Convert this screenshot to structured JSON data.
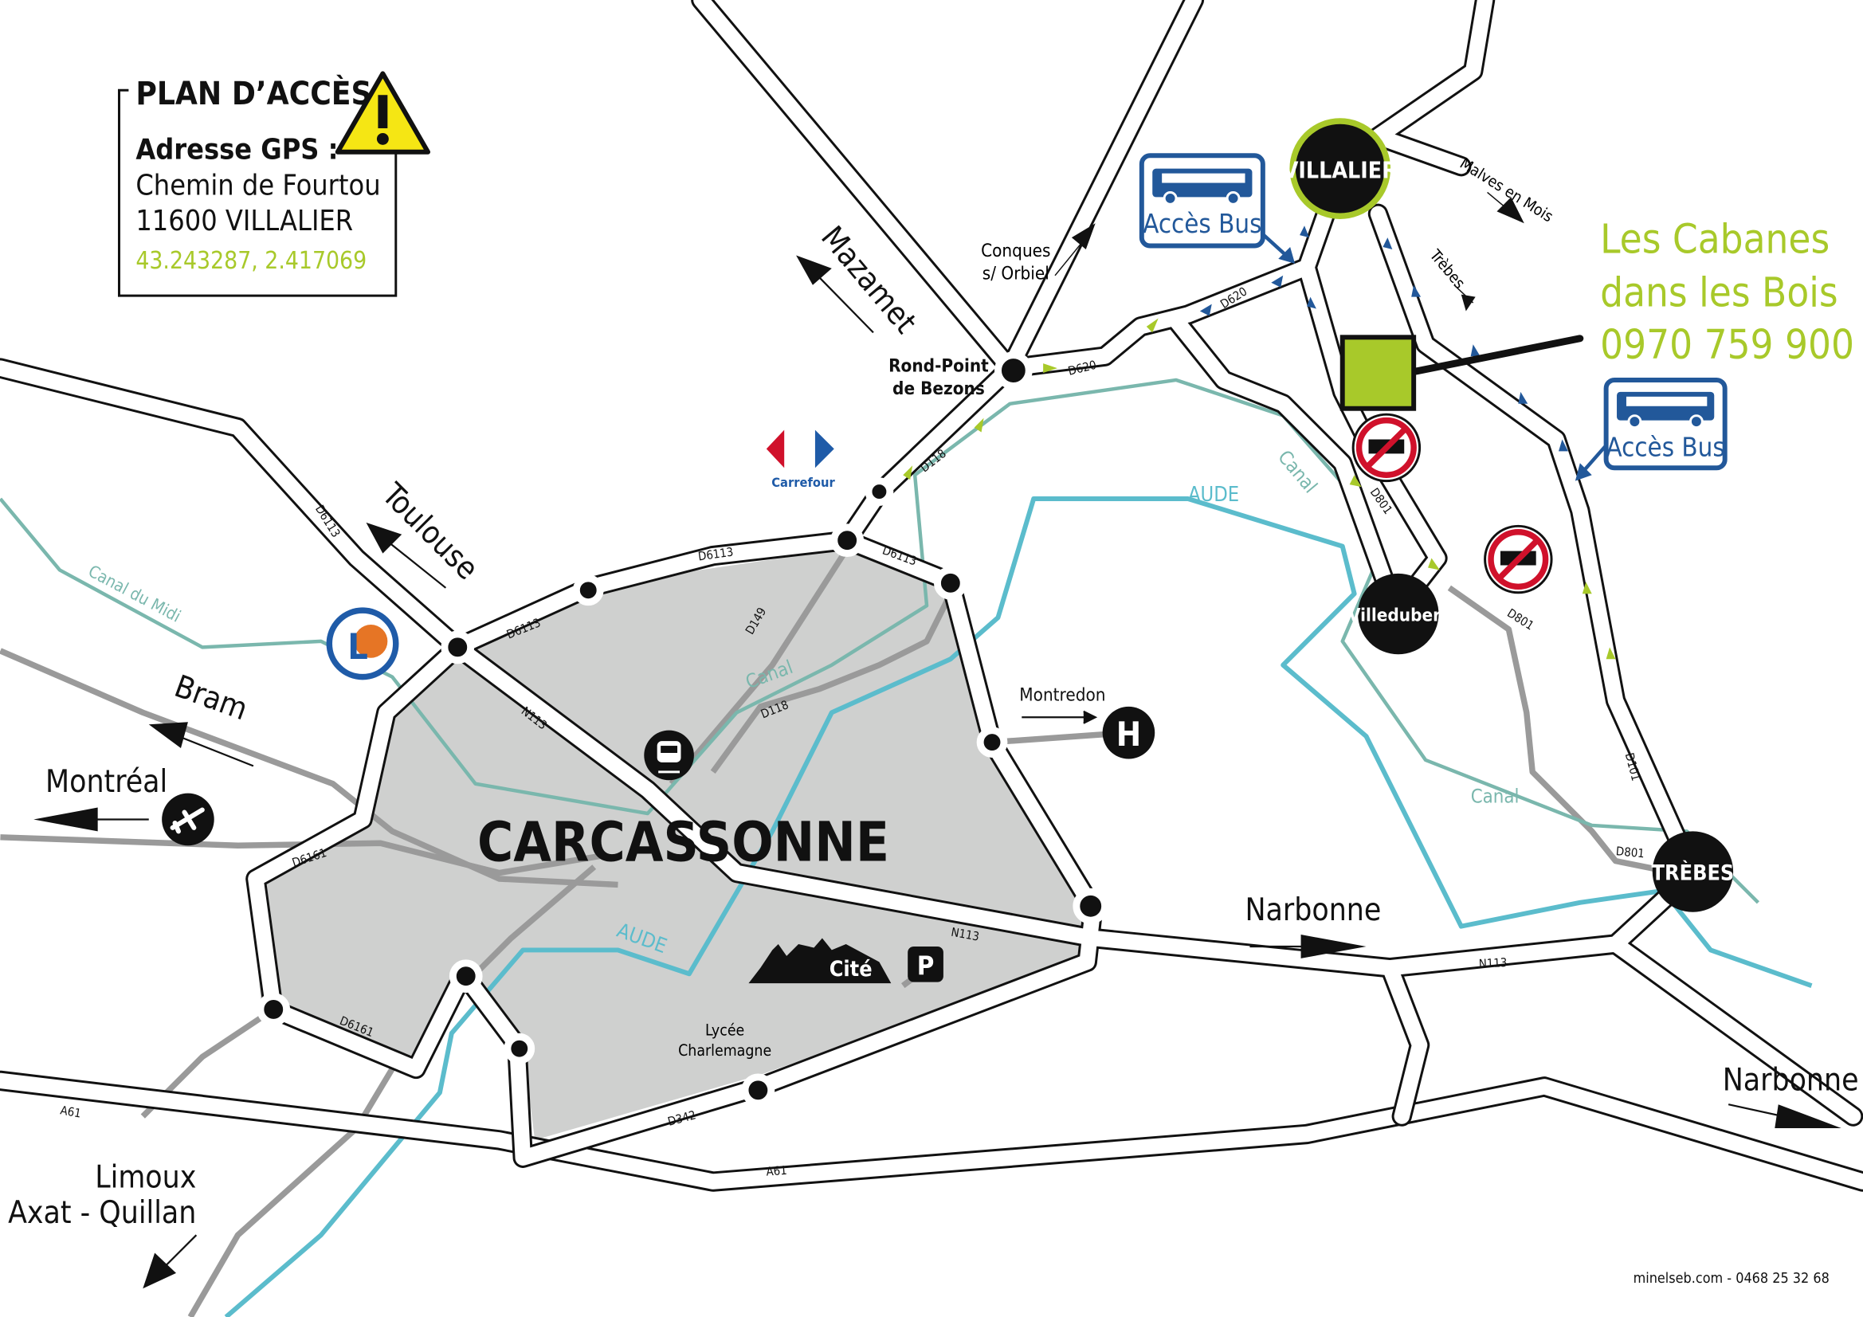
{
  "info_box": {
    "title": "PLAN D’ACCÈS",
    "gps_label": "Adresse GPS :",
    "address_line1": "Chemin de Fourtou",
    "address_line2": "11600 VILLALIER",
    "coordinates": "43.243287, 2.417069",
    "warning_icon": "warning-triangle-icon"
  },
  "destination": {
    "name_line1": "Les Cabanes",
    "name_line2": "dans les Bois",
    "phone": "0970 759 900"
  },
  "bus_access": [
    {
      "label": "Accès Bus"
    },
    {
      "label": "Accès Bus"
    }
  ],
  "places": {
    "villalier": "VILLALIER",
    "villedubert": "Villedubert",
    "trebes": "TRÈBES",
    "carcassonne": "CARCASSONNE",
    "rond_point_line1": "Rond-Point",
    "rond_point_line2": "de Bezons",
    "montredon": "Montredon",
    "cite": "Cité",
    "lycee_line1": "Lycée",
    "lycee_line2": "Charlemagne",
    "carrefour": "Carrefour",
    "parking": "P",
    "hospital": "H",
    "leclerc": "L"
  },
  "directions": {
    "mazamet": "Mazamet",
    "toulouse": "Toulouse",
    "bram": "Bram",
    "montreal": "Montréal",
    "limoux": "Limoux",
    "axat_quillan": "Axat - Quillan",
    "narbonne_center": "Narbonne",
    "narbonne_right": "Narbonne",
    "conques_line1": "Conques",
    "conques_line2": "s/ Orbiel",
    "malves": "Malves en Mois",
    "trebes_small": "Trèbes"
  },
  "road_labels": {
    "d6113_a": "D6113",
    "d6113_b": "D6113",
    "d6113_c": "D6113",
    "d6113_d": "D6113",
    "n113_a": "N113",
    "n113_b": "N113",
    "n113_c": "N113",
    "d149": "D149",
    "d118_a": "D118",
    "d118_b": "D118",
    "d620_a": "D620",
    "d620_b": "D620",
    "d801_a": "D801",
    "d801_b": "D801",
    "d801_c": "D801",
    "d101": "D101",
    "d6161_a": "D6161",
    "d6161_b": "D6161",
    "d342": "D342",
    "a61_a": "A61",
    "a61_b": "A61"
  },
  "water": {
    "aude_a": "AUDE",
    "aude_b": "AUDE",
    "canal_a": "Canal",
    "canal_b": "Canal",
    "canal_c": "Canal",
    "canal_du_midi": "Canal du Midi"
  },
  "footer": {
    "credit": "minelseb.com - 0468 25 32 68"
  },
  "colors": {
    "accent_green": "#a8c92a",
    "bus_blue": "#22589a",
    "city_grey": "#cfd0cf",
    "aude": "#5bbccc",
    "canal": "#7ab7ad",
    "no_bus_red": "#d0112b"
  }
}
